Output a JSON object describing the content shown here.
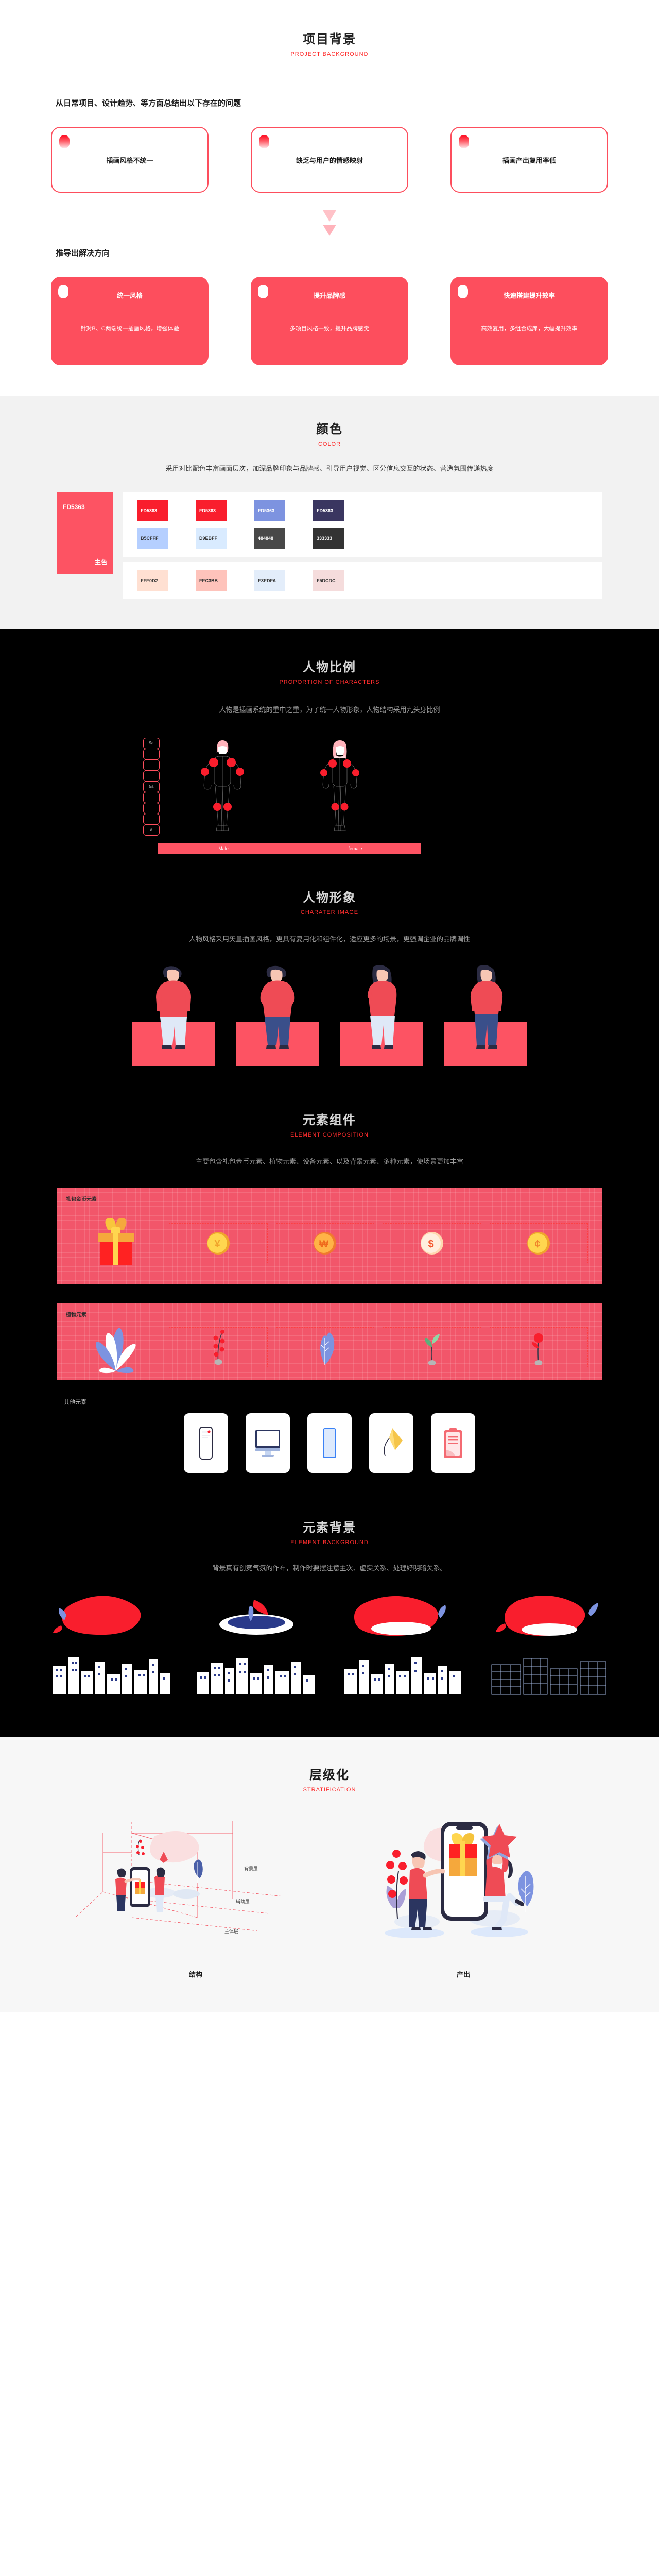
{
  "sections": {
    "background": {
      "title_cn": "项目背景",
      "title_en": "Project background",
      "sub_title": "从日常项目、设计趋势、等方面总结出以下存在的问题",
      "problems": [
        {
          "label": "插画风格不统一"
        },
        {
          "label": "缺乏与用户的情感映射"
        },
        {
          "label": "插画产出复用率低"
        }
      ],
      "sub_title2": "推导出解决方向",
      "solutions": [
        {
          "heading": "统一风格",
          "detail": "针对B、C两端统一插画风格，增强体验"
        },
        {
          "heading": "提升品牌感",
          "detail": "多项目风格一致，提升品牌感觉"
        },
        {
          "heading": "快速搭建提升效率",
          "detail": "高效复用，多组合成库，大幅提升效率"
        }
      ]
    },
    "color": {
      "title_cn": "颜色",
      "title_en": "Color",
      "desc": "采用对比配色丰富画面层次，加深品牌印象与品牌感、引导用户视觉、区分信息交互的状态、营造氛围传递热度",
      "main": {
        "hex": "FD5363",
        "name": "主色",
        "color": "#FD5363"
      },
      "groups": [
        {
          "rows": [
            [
              {
                "label": "FD5363",
                "color": "#F91E2D",
                "text": "#ffffff"
              },
              {
                "label": "FD5363",
                "color": "#F91E2D",
                "text": "#ffffff"
              },
              {
                "label": "FD5363",
                "color": "#7D93E0",
                "text": "#ffffff"
              },
              {
                "label": "FD5363",
                "color": "#3A3660",
                "text": "#ffffff"
              }
            ],
            [
              {
                "label": "B5CFFF",
                "color": "#B5CFFF",
                "text": "#333333"
              },
              {
                "label": "D9EBFF",
                "color": "#D9EBFF",
                "text": "#333333"
              },
              {
                "label": "484848",
                "color": "#484848",
                "text": "#ffffff"
              },
              {
                "label": "333333",
                "color": "#333333",
                "text": "#ffffff"
              }
            ]
          ]
        },
        {
          "rows": [
            [
              {
                "label": "FFE0D2",
                "color": "#FFE0D2",
                "text": "#333333"
              },
              {
                "label": "FEC3BB",
                "color": "#FEC3BB",
                "text": "#333333"
              },
              {
                "label": "E3EDFA",
                "color": "#E3EDFA",
                "text": "#333333"
              },
              {
                "label": "F5DCDC",
                "color": "#F5DCDC",
                "text": "#333333"
              }
            ]
          ]
        }
      ]
    },
    "proportion": {
      "title_cn": "人物比例",
      "title_en": "PROPORTION OF CHARACTERS",
      "desc": "人物是插画系统的重中之重，为了统一人物形象，人物结构采用九头身比例",
      "ladder": [
        "9a",
        "",
        "",
        "",
        "5a",
        "",
        "",
        "",
        "a"
      ],
      "base_labels": [
        "Male",
        "female"
      ]
    },
    "character": {
      "title_cn": "人物形象",
      "title_en": "CHARATER IMAGE",
      "desc": "人物风格采用矢量插画风格，更具有复用化和组件化，适应更多的场景，更强调企业的品牌调性"
    },
    "elements": {
      "title_cn": "元素组件",
      "title_en": "ELEMENT COMPOSITION",
      "desc": "主要包含礼包金币元素、植物元素、设备元素、以及背景元素、多种元素，使场景更加丰富",
      "panel_gift_label": "礼包金币元素",
      "panel_plant_label": "植物元素",
      "other_label": "其他元素",
      "coin_symbols": [
        "¥",
        "₩",
        "$",
        "¢"
      ]
    },
    "elbg": {
      "title_cn": "元素背景",
      "title_en": "ELEMENT BACKGROUND",
      "desc": "背景真有创竞气氛的作布，制作时要摆注意主次、虚实关系、处理好明暗关系。"
    },
    "stratification": {
      "title_cn": "层级化",
      "title_en": "STRATIFICATION",
      "layers": [
        "背景层",
        "辅助层",
        "主体层"
      ],
      "caption_left": "结构",
      "caption_right": "产出"
    }
  },
  "theme": {
    "brand": "#FD5363",
    "brand_deep": "#F91E2D",
    "accent_red": "#ff2d2d",
    "dark_bg": "#000000",
    "light_bg": "#f2f2f2"
  }
}
